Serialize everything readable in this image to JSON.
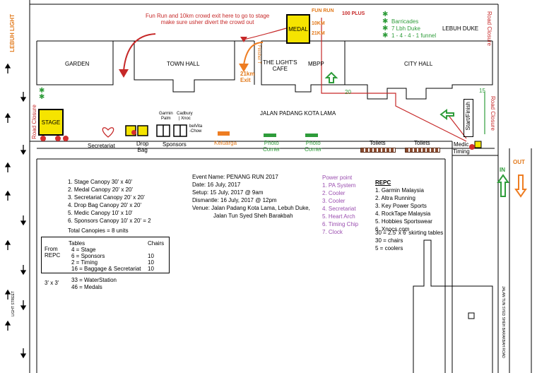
{
  "notes": {
    "top": "Fun Run and 10km crowd exit here to go to stage\nmake sure usher divert the crowd out",
    "race_labels": [
      "FUN RUN",
      "10KM",
      "21KM"
    ],
    "hundred_plus": "100 PLUS",
    "finisher_label": "Finisher T",
    "exit_21km": "21km\nExit"
  },
  "barricades": [
    "Barricades",
    "7 Lbh Duke",
    "1 - 4 - 4 - 1 funnel"
  ],
  "streets": {
    "lebuh_duke": "LEBUH DUKE",
    "lebuh_light": "LEBUH LIGHT",
    "jalan_padang": "JALAN PADANG KOTA LAMA",
    "light_street": "LIGHT STREET",
    "jalan_tun": "JALAN TUN SYED SHEH BARAKBAH ROAD",
    "road_closure": "Road Closure"
  },
  "buildings": {
    "garden": "GARDEN",
    "town_hall": "TOWN HALL",
    "lights_cafe": "THE LIGHT'S\nCAFE",
    "mbpp": "MBPP",
    "city_hall": "CITY HALL"
  },
  "canopies": {
    "stage": "STAGE",
    "medal": "MEDAL",
    "secretariat": "Secretariat",
    "drop_bag": "Drop\nBag",
    "sponsors": "Sponsors",
    "sponsor_top": "Garmin\nPalm",
    "sponsor_top2": "Cadbury\n| Xnoc",
    "sponsor_side": "belVita\n-Chow",
    "keluarga": "Keluarga",
    "photo_corner_1": "Photo\nCorner",
    "photo_corner_2": "Photo\nCorner",
    "toilets_1": "Toilets",
    "toilets_2": "Toilets",
    "medic": "Medic",
    "timing": "Timing",
    "start_finish": "Start/Finish",
    "route_numbers": [
      "20",
      "15"
    ]
  },
  "canopy_list": [
    "1. Stage Canopy 30' x 40'",
    "2. Medal Canopy 20' x 20'",
    "3. Secretariat Canopy 20' x 20'",
    "4. Drop Bag Canopy 20' x 20'",
    "5. Medic Canopy 10' x 10'",
    "6. Sponsors Canopy 10' x 20' = 2"
  ],
  "total_canopies": "Total Canopies = 8 units",
  "tables": {
    "from": "From\nREPC",
    "header_tables": "Tables",
    "header_chairs": "Chairs",
    "rows": [
      {
        "t": "4 = Stage",
        "c": ""
      },
      {
        "t": "6 = Sponsors",
        "c": "10"
      },
      {
        "t": "2 = Timing",
        "c": "10"
      },
      {
        "t": "16 = Baggage & Secretariat",
        "c": "10"
      }
    ],
    "size": "3' x 3'",
    "extra": [
      "33 = WaterStation",
      "46 = Medals"
    ]
  },
  "event": [
    "Event Name: PENANG RUN 2017",
    "Date: 16 July, 2017",
    "Setup: 15 July, 2017 @ 9am",
    "Dismantle: 16 July, 2017 @ 12pm",
    "Venue: Jalan Padang Kota Lama, Lebuh Duke,",
    "Jalan Tun Syed Sheh Barakbah"
  ],
  "power": {
    "title": "Power point",
    "items": [
      "1. PA System",
      "2. Cooler",
      "3. Cooler",
      "4. Secretariat",
      "5. Heart Arch",
      "6. Timing Chip",
      "7. Clock"
    ]
  },
  "repc": {
    "title": "REPC",
    "items": [
      "1. Garmin Malaysia",
      "2. Altra Running",
      "3. Key Power Sports",
      "4. RockTape Malaysia",
      "5. Hobbies Sportswear",
      "6. Xnocs.com"
    ],
    "extra": [
      "30 = 2.5' x 6' skirting tables",
      "30 = chairs",
      "5 = coolers"
    ]
  },
  "in_out": {
    "in": "IN",
    "out": "OUT"
  },
  "colors": {
    "red": "#c62828",
    "green": "#2e9c3a",
    "orange": "#e27a1c",
    "purple": "#9b4fb0",
    "yellow": "#f5e400"
  }
}
